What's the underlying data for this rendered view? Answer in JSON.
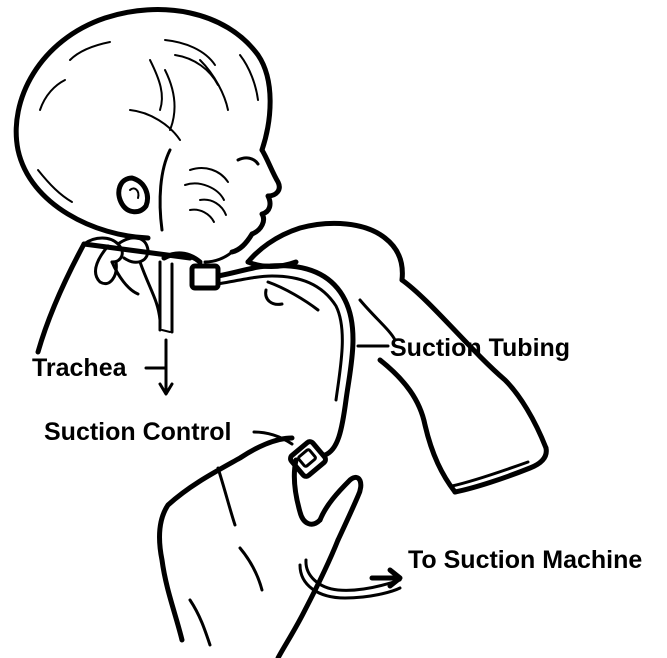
{
  "diagram": {
    "labels": {
      "trachea": "Trachea",
      "suction_tubing": "Suction Tubing",
      "suction_control": "Suction Control",
      "to_suction_machine": "To Suction Machine"
    }
  }
}
